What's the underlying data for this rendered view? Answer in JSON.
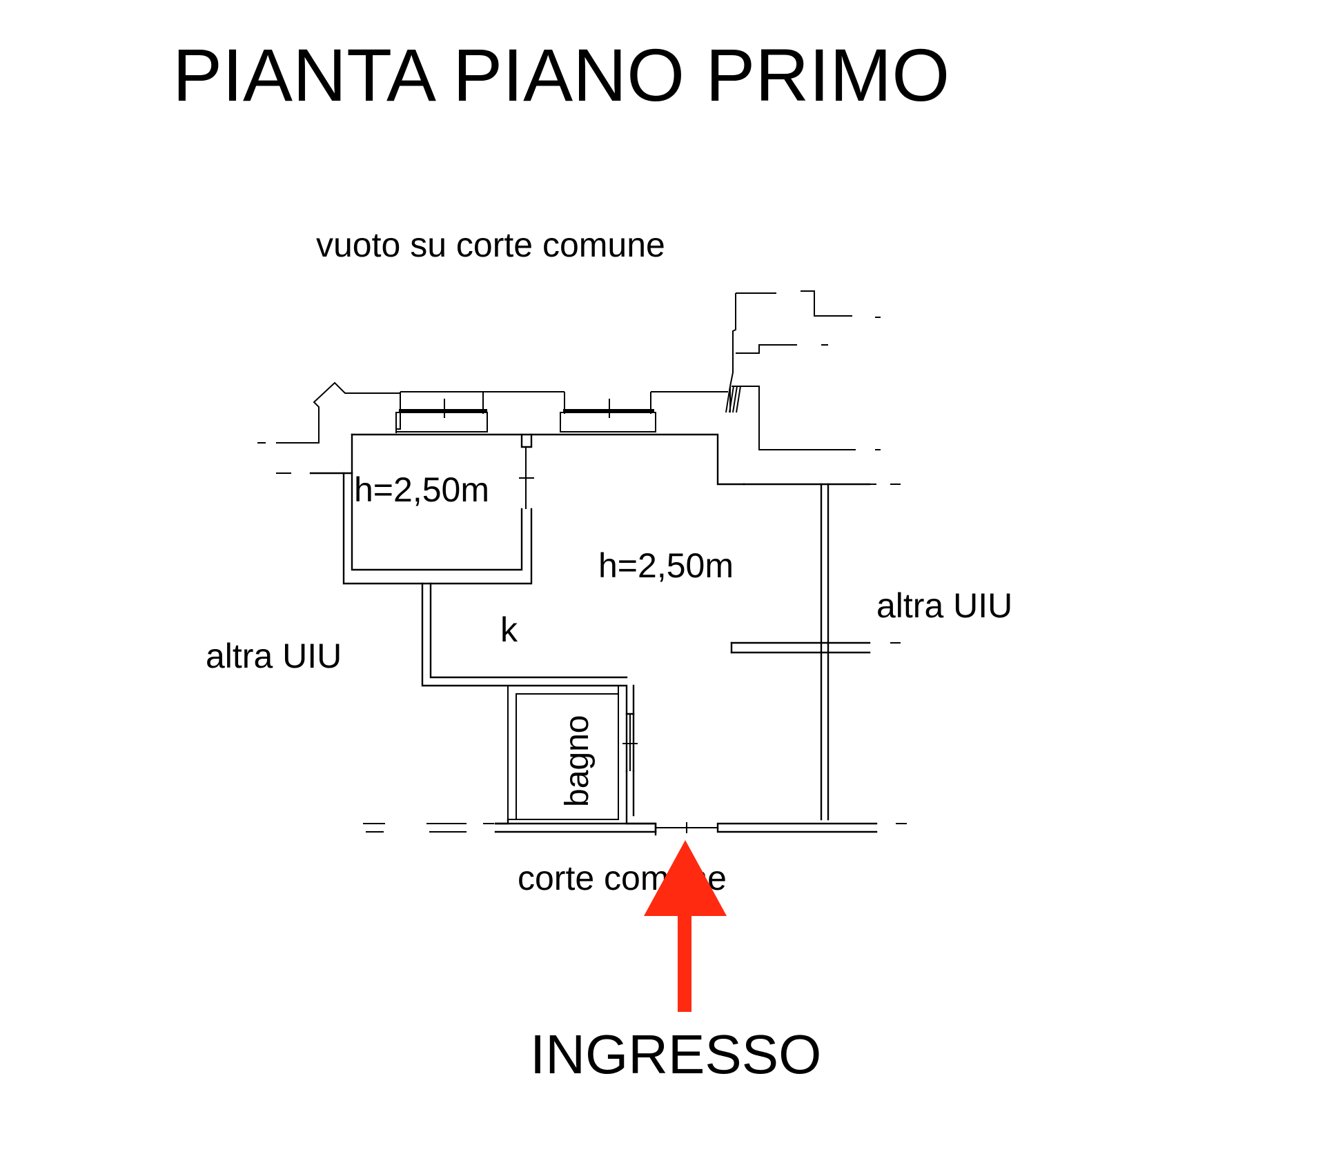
{
  "title": "PIANTA PIANO PRIMO",
  "labels": {
    "top_void": "vuoto su corte comune",
    "left_unit": "altra UIU",
    "right_unit": "altra UIU",
    "height_small_room": "h=2,50m",
    "height_main_room": "h=2,50m",
    "kitchen": "k",
    "bathroom": "bagno",
    "courtyard": "corte comune",
    "entrance": "INGRESSO"
  },
  "colors": {
    "background": "#ffffff",
    "lines": "#000000",
    "entrance_arrow": "#ff2a10"
  },
  "icons": {
    "entrance_arrow": "arrow-up-icon"
  }
}
